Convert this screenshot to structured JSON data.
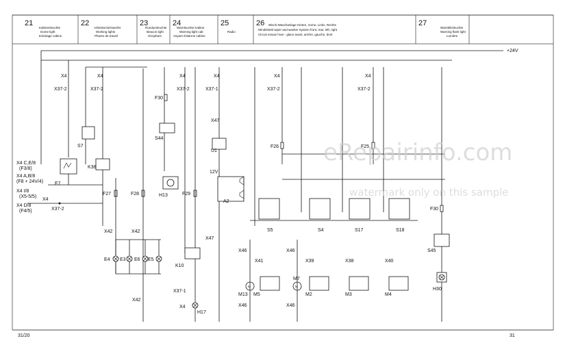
{
  "header": {
    "sections": [
      {
        "num": "21",
        "lines": [
          "Kabinenleuchte",
          "Dome light",
          "Eclairage cabine"
        ]
      },
      {
        "num": "22",
        "lines": [
          "Arbeitsscheinwerfer",
          "Working lights",
          "Phares de travail"
        ]
      },
      {
        "num": "23",
        "lines": [
          "Rundumleuchte",
          "Beacon light",
          "Girophare"
        ]
      },
      {
        "num": "24",
        "lines": [
          "Warnleuchte Kabine",
          "Warning light cab",
          "Voyant d'alarme cabine"
        ]
      },
      {
        "num": "25",
        "lines": [
          "Radio"
        ]
      },
      {
        "num": "26",
        "lines": [
          "Wisch-Waschanlage Hinten, Vorne, Links, Rechts",
          "Windshield wiper and washer System front, rear, left, right",
          "Circuit essuie l'ave - glace avant, arrière, gauche, droit"
        ]
      },
      {
        "num": "27",
        "lines": [
          "Warnblitzleuchte",
          "Warning flash light",
          "Lumière"
        ]
      }
    ]
  },
  "supply_label": "+24V",
  "page_left": "31/20",
  "page_right": "31",
  "left_refs": {
    "r1": [
      "X4  C,E/8",
      "(F3/8)"
    ],
    "r2": [
      "X4  A,B/8",
      "(F8 + 24V/4)"
    ],
    "r3": [
      "X4  I/8",
      "(X5-5/5)"
    ],
    "r4": [
      "X4  D/8",
      "(F4/5)"
    ],
    "x4": "X4",
    "x37": "X37-2"
  },
  "labels": {
    "s21": {
      "x4": "X4",
      "x37": "X37-2",
      "e7": "E7",
      "f27": "F27"
    },
    "s22": {
      "x4": "X4",
      "x37": "X37-2",
      "s7": "S7",
      "k38": "K38",
      "f28": "F28",
      "x42a": "X42",
      "x42b": "X42"
    },
    "lamps": [
      "E4",
      "E3",
      "E6",
      "E5"
    ],
    "s23": {
      "x4": "X4",
      "x37": "X37-2",
      "f30": "F30",
      "s44": "S44",
      "h13": "H13",
      "f29": "F29"
    },
    "s24": {
      "x4": "X4",
      "x37": "X37-1",
      "x47a": "X47",
      "u1": "U1",
      "v12": "12V",
      "a2": "A2",
      "x47b": "X47",
      "k10": "K10",
      "x37b": "X37-1",
      "x4b": "X4",
      "h17": "H17",
      "x42c": "X42"
    },
    "s26": {
      "x4a": "X4",
      "x37a": "X37-2",
      "f26": "F26",
      "f25": "F25",
      "x4b": "X4",
      "x37b": "X37-2",
      "switches": [
        "S5",
        "S4",
        "S17",
        "S18"
      ],
      "x46a": "X46",
      "x46b": "X46",
      "x46c": "X46",
      "x46d": "X46",
      "x41": "X41",
      "x39": "X39",
      "x38": "X38",
      "x40": "X40",
      "motors": [
        "M13",
        "M5",
        "M7",
        "M2",
        "M3",
        "M4"
      ]
    },
    "s27": {
      "f30": "F30",
      "s45": "S45",
      "h30": "H30"
    }
  },
  "watermark": {
    "main": "eRepairinfo.com",
    "note": "watermark only on this sample"
  }
}
